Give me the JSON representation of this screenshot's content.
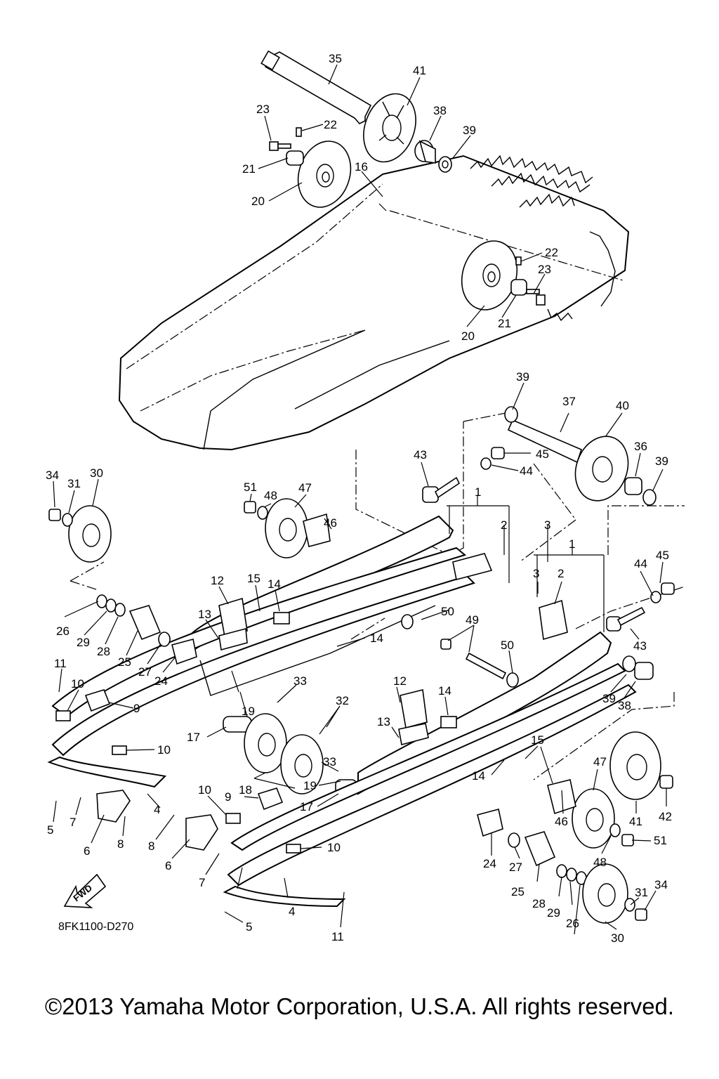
{
  "diagram": {
    "code": "8FK1100-D270",
    "fwd_label": "FWD",
    "copyright": "©2013 Yamaha Motor Corporation, U.S.A. All rights reserved."
  },
  "callouts": [
    {
      "id": "c1a",
      "label": "1"
    },
    {
      "id": "c1b",
      "label": "1"
    },
    {
      "id": "c2a",
      "label": "2"
    },
    {
      "id": "c2b",
      "label": "2"
    },
    {
      "id": "c3a",
      "label": "3"
    },
    {
      "id": "c3b",
      "label": "3"
    },
    {
      "id": "c4a",
      "label": "4"
    },
    {
      "id": "c4b",
      "label": "4"
    },
    {
      "id": "c5a",
      "label": "5"
    },
    {
      "id": "c5b",
      "label": "5"
    },
    {
      "id": "c6a",
      "label": "6"
    },
    {
      "id": "c6b",
      "label": "6"
    },
    {
      "id": "c7a",
      "label": "7"
    },
    {
      "id": "c7b",
      "label": "7"
    },
    {
      "id": "c8a",
      "label": "8"
    },
    {
      "id": "c8b",
      "label": "8"
    },
    {
      "id": "c9a",
      "label": "9"
    },
    {
      "id": "c9b",
      "label": "9"
    },
    {
      "id": "c10a",
      "label": "10"
    },
    {
      "id": "c10b",
      "label": "10"
    },
    {
      "id": "c10c",
      "label": "10"
    },
    {
      "id": "c10d",
      "label": "10"
    },
    {
      "id": "c11a",
      "label": "11"
    },
    {
      "id": "c11b",
      "label": "11"
    },
    {
      "id": "c12a",
      "label": "12"
    },
    {
      "id": "c12b",
      "label": "12"
    },
    {
      "id": "c13a",
      "label": "13"
    },
    {
      "id": "c13b",
      "label": "13"
    },
    {
      "id": "c14a",
      "label": "14"
    },
    {
      "id": "c14b",
      "label": "14"
    },
    {
      "id": "c14c",
      "label": "14"
    },
    {
      "id": "c14d",
      "label": "14"
    },
    {
      "id": "c15a",
      "label": "15"
    },
    {
      "id": "c15b",
      "label": "15"
    },
    {
      "id": "c16",
      "label": "16"
    },
    {
      "id": "c17a",
      "label": "17"
    },
    {
      "id": "c17b",
      "label": "17"
    },
    {
      "id": "c18",
      "label": "18"
    },
    {
      "id": "c19a",
      "label": "19"
    },
    {
      "id": "c19b",
      "label": "19"
    },
    {
      "id": "c20a",
      "label": "20"
    },
    {
      "id": "c20b",
      "label": "20"
    },
    {
      "id": "c21a",
      "label": "21"
    },
    {
      "id": "c21b",
      "label": "21"
    },
    {
      "id": "c22a",
      "label": "22"
    },
    {
      "id": "c22b",
      "label": "22"
    },
    {
      "id": "c23a",
      "label": "23"
    },
    {
      "id": "c23b",
      "label": "23"
    },
    {
      "id": "c24a",
      "label": "24"
    },
    {
      "id": "c24b",
      "label": "24"
    },
    {
      "id": "c25a",
      "label": "25"
    },
    {
      "id": "c25b",
      "label": "25"
    },
    {
      "id": "c26a",
      "label": "26"
    },
    {
      "id": "c26b",
      "label": "26"
    },
    {
      "id": "c27a",
      "label": "27"
    },
    {
      "id": "c27b",
      "label": "27"
    },
    {
      "id": "c28a",
      "label": "28"
    },
    {
      "id": "c28b",
      "label": "28"
    },
    {
      "id": "c29a",
      "label": "29"
    },
    {
      "id": "c29b",
      "label": "29"
    },
    {
      "id": "c30a",
      "label": "30"
    },
    {
      "id": "c30b",
      "label": "30"
    },
    {
      "id": "c31a",
      "label": "31"
    },
    {
      "id": "c31b",
      "label": "31"
    },
    {
      "id": "c32",
      "label": "32"
    },
    {
      "id": "c33a",
      "label": "33"
    },
    {
      "id": "c33b",
      "label": "33"
    },
    {
      "id": "c34a",
      "label": "34"
    },
    {
      "id": "c34b",
      "label": "34"
    },
    {
      "id": "c35",
      "label": "35"
    },
    {
      "id": "c36",
      "label": "36"
    },
    {
      "id": "c37",
      "label": "37"
    },
    {
      "id": "c38a",
      "label": "38"
    },
    {
      "id": "c38b",
      "label": "38"
    },
    {
      "id": "c39a",
      "label": "39"
    },
    {
      "id": "c39b",
      "label": "39"
    },
    {
      "id": "c39c",
      "label": "39"
    },
    {
      "id": "c39d",
      "label": "39"
    },
    {
      "id": "c40",
      "label": "40"
    },
    {
      "id": "c41a",
      "label": "41"
    },
    {
      "id": "c41b",
      "label": "41"
    },
    {
      "id": "c42",
      "label": "42"
    },
    {
      "id": "c43a",
      "label": "43"
    },
    {
      "id": "c43b",
      "label": "43"
    },
    {
      "id": "c44a",
      "label": "44"
    },
    {
      "id": "c44b",
      "label": "44"
    },
    {
      "id": "c45a",
      "label": "45"
    },
    {
      "id": "c45b",
      "label": "45"
    },
    {
      "id": "c46a",
      "label": "46"
    },
    {
      "id": "c46b",
      "label": "46"
    },
    {
      "id": "c47a",
      "label": "47"
    },
    {
      "id": "c47b",
      "label": "47"
    },
    {
      "id": "c48a",
      "label": "48"
    },
    {
      "id": "c48b",
      "label": "48"
    },
    {
      "id": "c49",
      "label": "49"
    },
    {
      "id": "c50a",
      "label": "50"
    },
    {
      "id": "c50b",
      "label": "50"
    },
    {
      "id": "c51a",
      "label": "51"
    },
    {
      "id": "c51b",
      "label": "51"
    }
  ]
}
